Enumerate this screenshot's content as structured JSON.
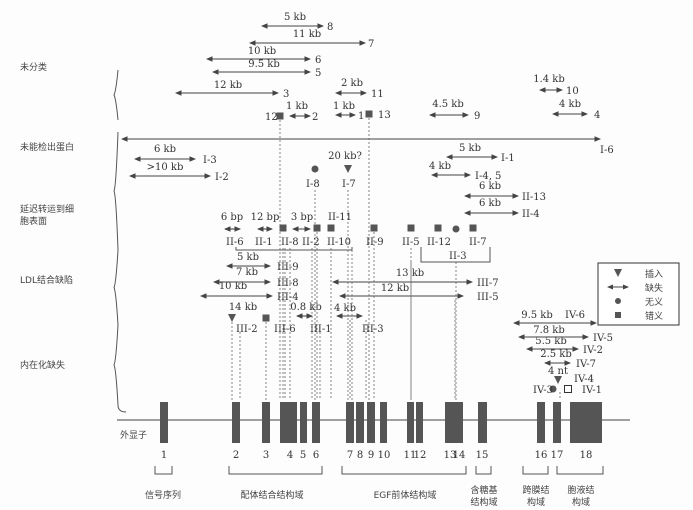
{
  "categories": [
    "未分类",
    "未能检出蛋白",
    "延迟转运到细胞表面",
    "LDL结合缺陷",
    "内在化缺失"
  ],
  "deletions": [
    {
      "size": "5 kb",
      "label": "8"
    },
    {
      "size": "11 kb",
      "label": "7"
    },
    {
      "size": "10 kb",
      "label": "6"
    },
    {
      "size": "9.5 kb",
      "label": "5"
    },
    {
      "size": "12 kb",
      "label": "3"
    },
    {
      "size": "1 kb",
      "label": "2"
    },
    {
      "size": "2 kb",
      "label": "11"
    },
    {
      "size": "1 kb",
      "label": "1"
    },
    {
      "size": "4.5 kb",
      "label": "9"
    },
    {
      "size": "1.4 kb",
      "label": "10"
    },
    {
      "size": "4 kb",
      "label": "4"
    },
    {
      "size": "",
      "label": "I-6"
    },
    {
      "size": "6 kb",
      "label": "I-3"
    },
    {
      "size": ">10 kb",
      "label": "I-2"
    },
    {
      "size": "5 kb",
      "label": "I-1"
    },
    {
      "size": "4 kb",
      "label": "I-4, 5"
    },
    {
      "size": "6 kb",
      "label": "II-13"
    },
    {
      "size": "6 kb",
      "label": "II-4"
    },
    {
      "size": "6 bp",
      "label": "II-6"
    },
    {
      "size": "12 bp",
      "label": "II-1"
    },
    {
      "size": "3 bp",
      "label": "II-2"
    },
    {
      "size": "5 kb",
      "label": "III-9"
    },
    {
      "size": "7 kb",
      "label": "III-8"
    },
    {
      "size": "10 kb",
      "label": "III-4"
    },
    {
      "size": "0.8 kb",
      "label": "III-1"
    },
    {
      "size": "13 kb",
      "label": "III-7"
    },
    {
      "size": "12 kb",
      "label": "III-5"
    },
    {
      "size": "4 kb",
      "label": "III-3"
    },
    {
      "size": "9.5 kb",
      "label": "IV-6"
    },
    {
      "size": "7.8 kb",
      "label": "IV-5"
    },
    {
      "size": "5.5 kb",
      "label": "IV-2"
    },
    {
      "size": "2.5 kb",
      "label": "IV-7"
    }
  ],
  "markers": [
    {
      "type": "missense",
      "label": "12"
    },
    {
      "type": "missense",
      "label": "13"
    },
    {
      "type": "nonsense",
      "label": "I-8"
    },
    {
      "type": "insertion",
      "label": "I-7",
      "note": "20 kb?"
    },
    {
      "type": "missense",
      "label": "II-8"
    },
    {
      "type": "missense",
      "label": "II-11"
    },
    {
      "type": "missense",
      "label": "II-10"
    },
    {
      "type": "missense",
      "label": "II-9"
    },
    {
      "type": "missense",
      "label": "II-5"
    },
    {
      "type": "missense",
      "label": "II-12"
    },
    {
      "type": "nonsense",
      "label": "II-3"
    },
    {
      "type": "missense",
      "label": "II-7"
    },
    {
      "type": "insertion",
      "label": "III-2",
      "note": "14 kb"
    },
    {
      "type": "missense",
      "label": "III-6"
    },
    {
      "type": "insertion",
      "label": "IV-4",
      "note": "4 nt"
    },
    {
      "type": "nonsense",
      "label": "IV-3"
    },
    {
      "type": "open-square",
      "label": "IV-1"
    }
  ],
  "exon_label": "外显子",
  "exons": [
    "1",
    "2",
    "3",
    "4",
    "5",
    "6",
    "7",
    "8",
    "9",
    "10",
    "11",
    "12",
    "13",
    "14",
    "15",
    "16",
    "17",
    "18"
  ],
  "domains": [
    "信号序列",
    "配体结合结构域",
    "EGF前体结构域",
    "含糖基结构域",
    "跨膜结构域",
    "胞液结构域"
  ],
  "legend": [
    {
      "icon": "insertion-triangle",
      "label": "插入"
    },
    {
      "icon": "deletion-arrow",
      "label": "缺失"
    },
    {
      "icon": "nonsense-circle",
      "label": "无义"
    },
    {
      "icon": "missense-square",
      "label": "错义"
    }
  ],
  "colors": {
    "ink": "#333333",
    "exon": "#555555"
  }
}
